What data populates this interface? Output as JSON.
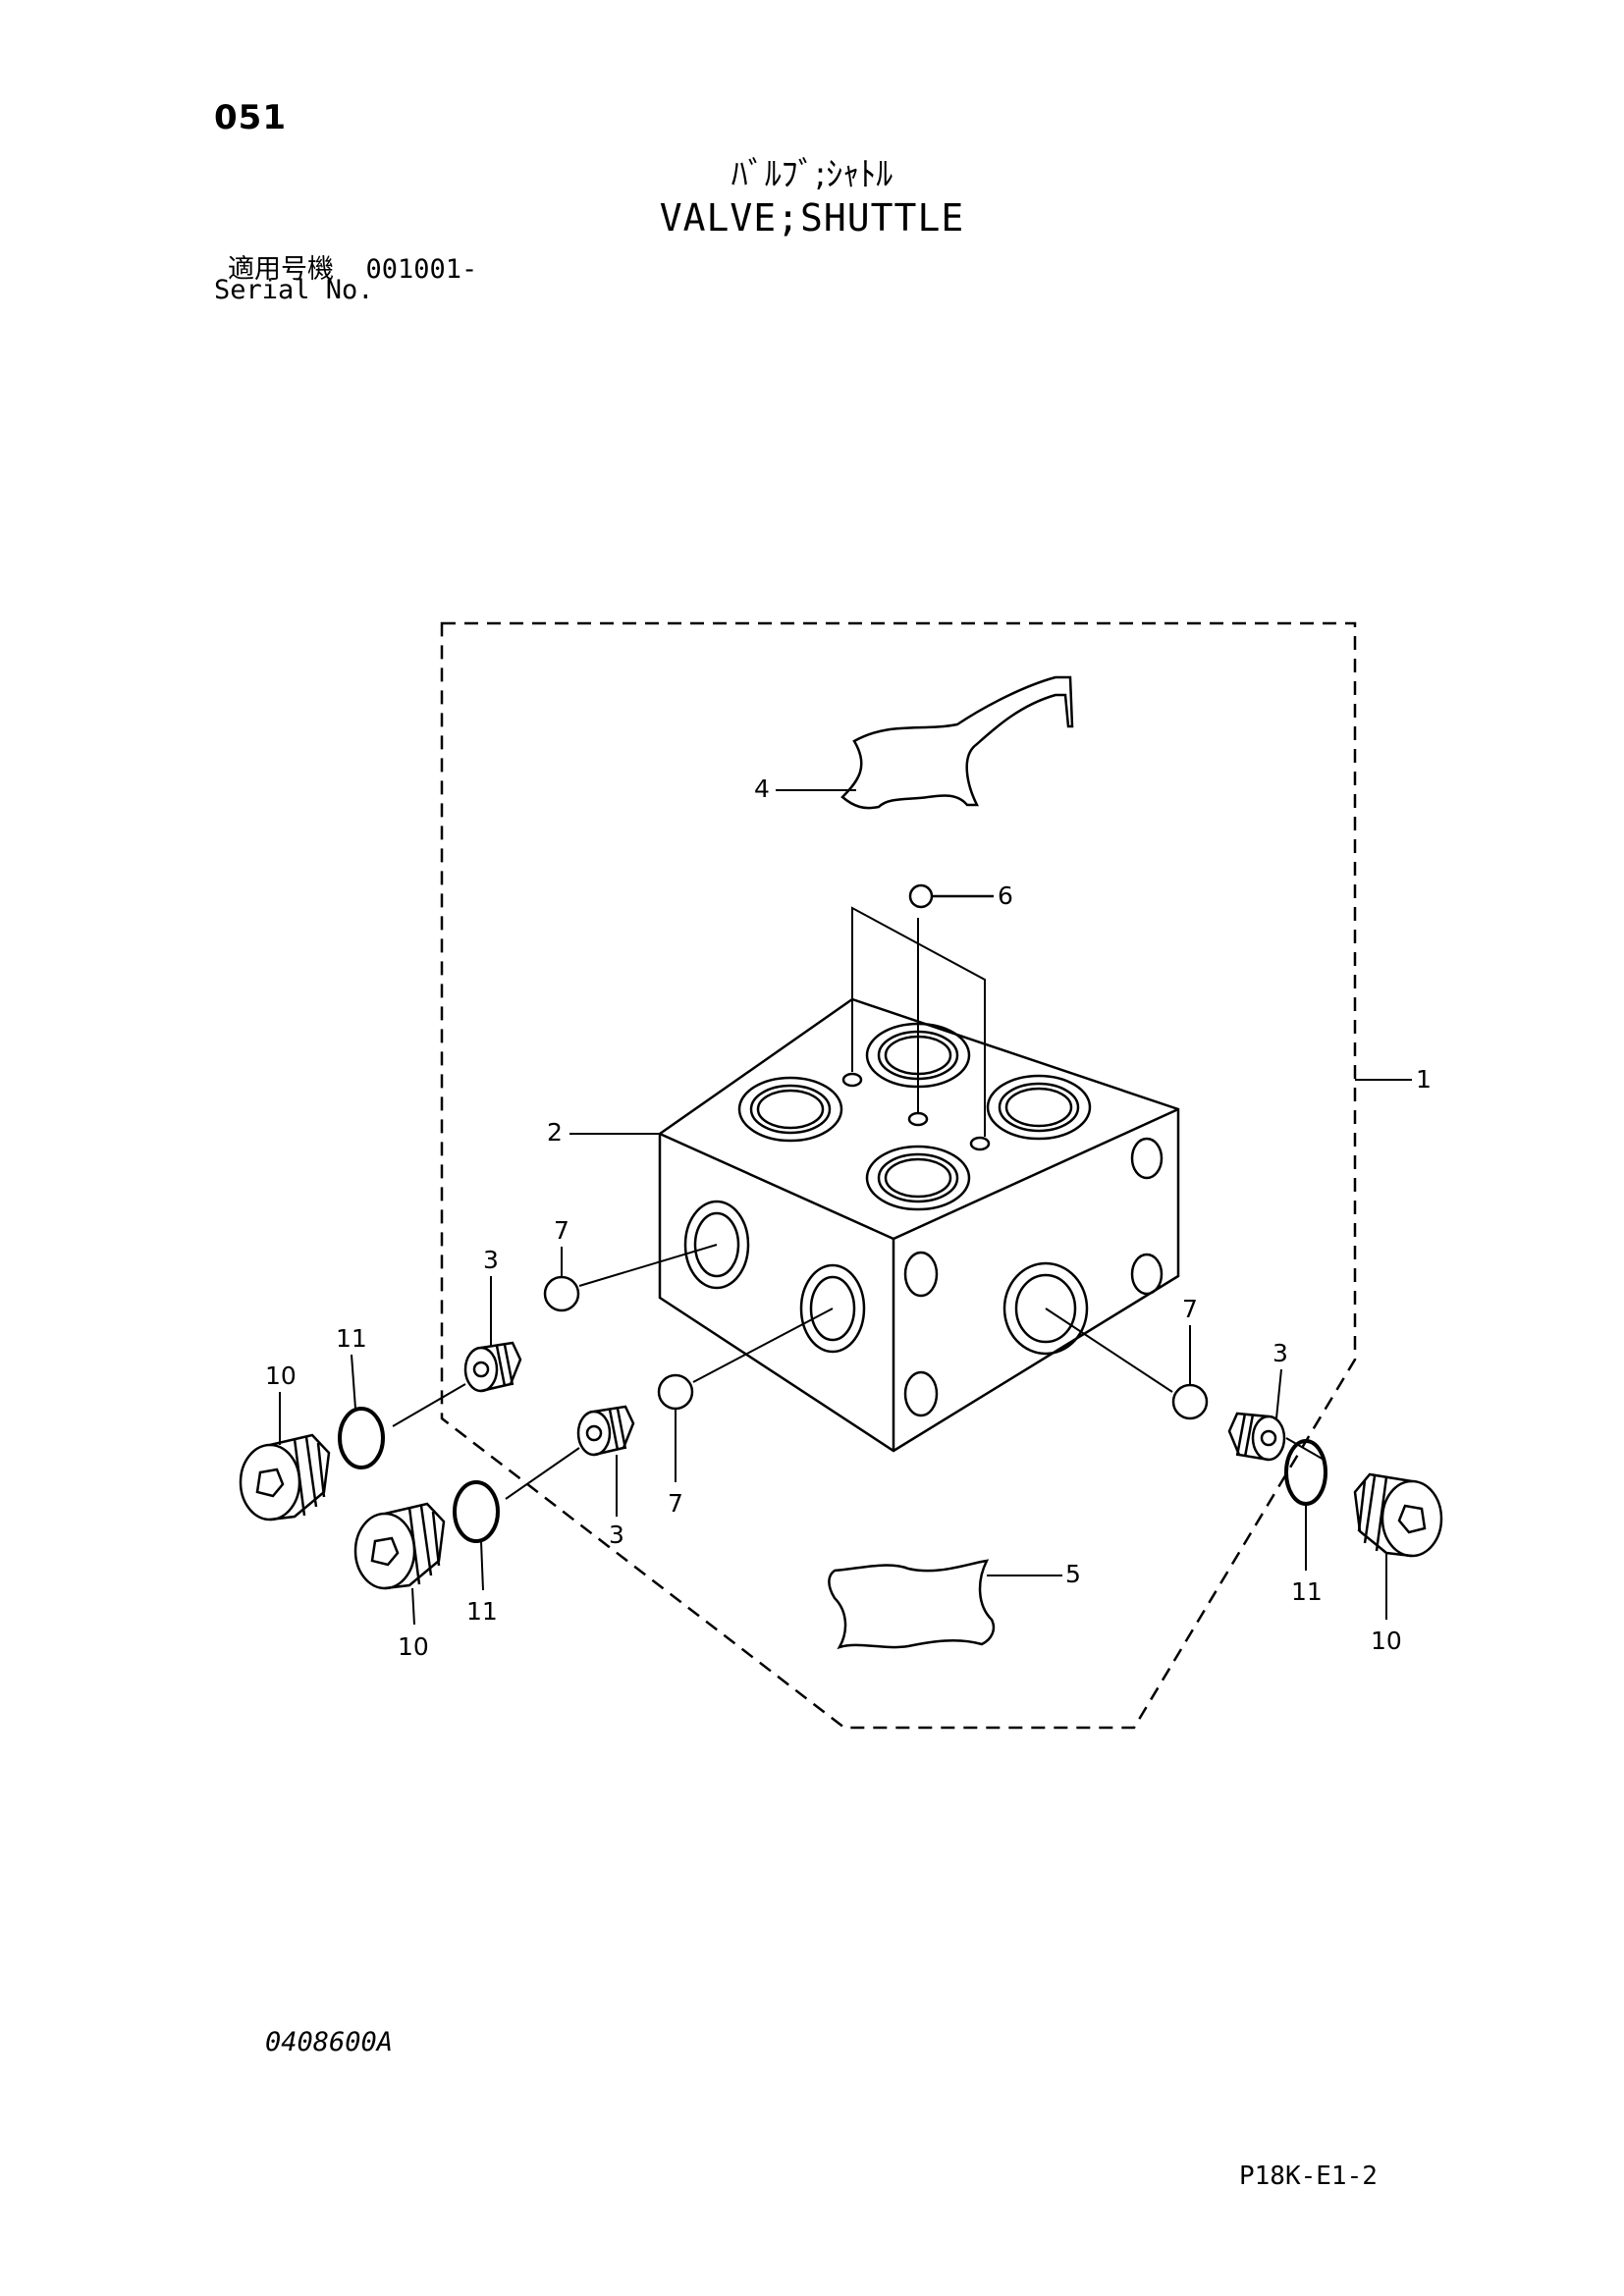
{
  "header": {
    "page_number": "051",
    "title_jp": "ﾊﾞﾙﾌﾞ;ｼｬﾄﾙ",
    "title_en": "VALVE;SHUTTLE",
    "serial_label_jp": "適用号機",
    "serial_range": "001001-",
    "serial_label_en": "Serial No."
  },
  "callouts": {
    "c1": "1",
    "c2": "2",
    "c3a": "3",
    "c3b": "3",
    "c3c": "3",
    "c4": "4",
    "c5": "5",
    "c6": "6",
    "c7a": "7",
    "c7b": "7",
    "c7c": "7",
    "c10a": "10",
    "c10b": "10",
    "c10c": "10",
    "c11a": "11",
    "c11b": "11",
    "c11c": "11"
  },
  "footer": {
    "drawing_number": "0408600A",
    "sheet_number": "P18K-E1-2"
  }
}
